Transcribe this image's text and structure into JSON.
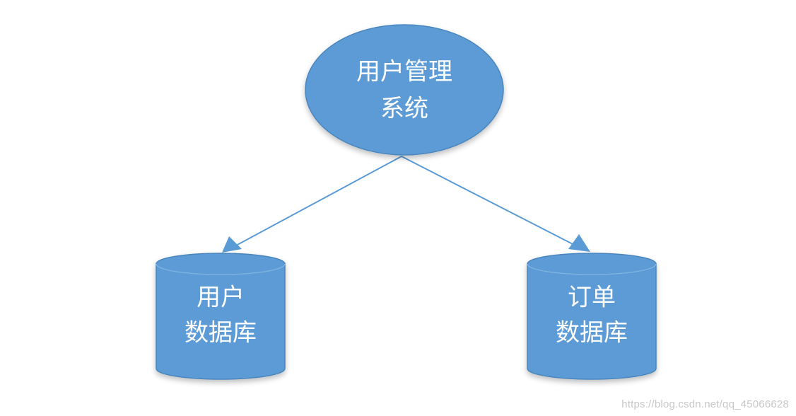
{
  "diagram": {
    "root": {
      "line1": "用户管理",
      "line2": "系统"
    },
    "left_db": {
      "line1": "用户",
      "line2": "数据库"
    },
    "right_db": {
      "line1": "订单",
      "line2": "数据库"
    }
  },
  "colors": {
    "node_fill": "#5b9bd5",
    "node_stroke": "#4a86c0",
    "connector": "#5b9bd5"
  },
  "watermark": "https://blog.csdn.net/qq_45066628"
}
